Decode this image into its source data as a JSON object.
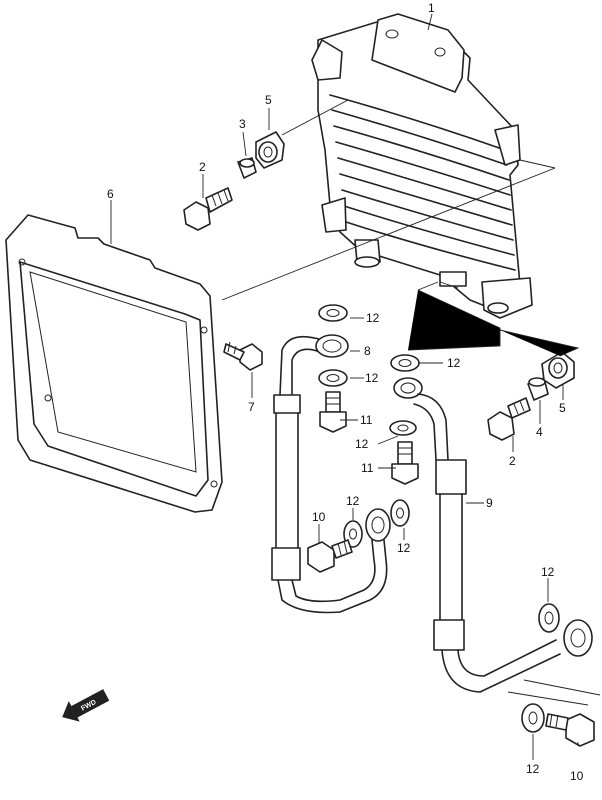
{
  "labels": {
    "c1": "1",
    "c2a": "2",
    "c3": "3",
    "c5a": "5",
    "c6": "6",
    "c7": "7",
    "c8": "8",
    "c9": "9",
    "c10a": "10",
    "c11a": "11",
    "c11b": "11",
    "c12a": "12",
    "c12b": "12",
    "c12c": "12",
    "c12d": "12",
    "c12e": "12",
    "c12f": "12",
    "c12g": "12",
    "c12h": "12",
    "c2b": "2",
    "c4": "4",
    "c5b": "5",
    "c10b": "10"
  },
  "fwd": "FWD"
}
